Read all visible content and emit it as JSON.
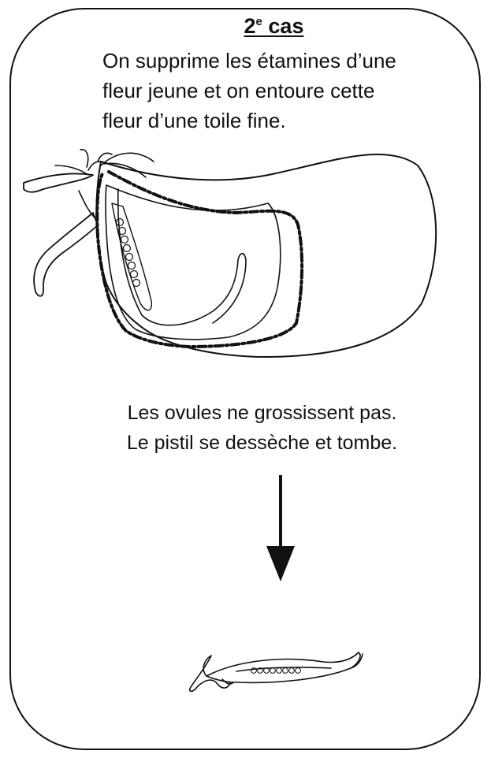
{
  "heading": {
    "number": "2",
    "superscript": "e",
    "word": "cas"
  },
  "description": {
    "lines": [
      "On supprime les étamines d’une",
      "fleur jeune et on entoure cette",
      "fleur d’une toile fine."
    ]
  },
  "result": {
    "lines": [
      "Les ovules ne grossissent pas.",
      "Le pistil se dessèche et tombe."
    ]
  }
}
